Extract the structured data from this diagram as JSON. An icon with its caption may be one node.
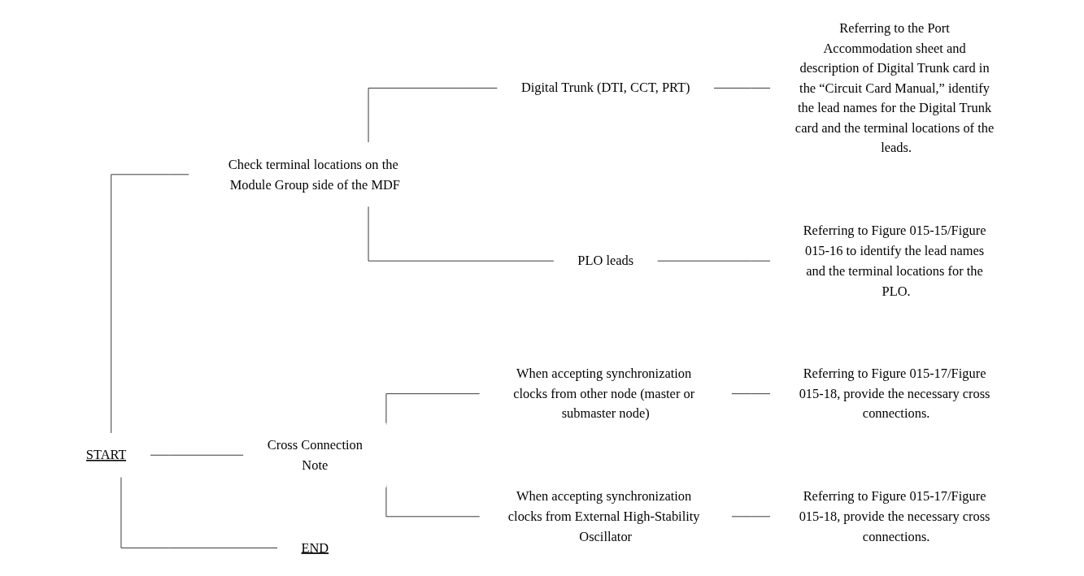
{
  "diagram": {
    "nodes": [
      {
        "text": [
          "START"
        ]
      },
      {
        "text": [
          "Check terminal locations on the Module Group side of the MDF"
        ]
      },
      {
        "text": [
          "Digital Trunk (DTI, CCT, PRT)"
        ]
      },
      {
        "text": [
          "Referring to the Port Accommodation sheet and description of Digital Trunk card in the “Circuit Card Manual,” identify the lead names for the Digital Trunk card and the terminal locations of the leads."
        ]
      },
      {
        "text": [
          "PLO leads"
        ]
      },
      {
        "text": [
          "Referring to Figure 015-15/Figure 015-16 to identify the lead names and the terminal locations for the PLO."
        ]
      },
      {
        "text": [
          "Cross Connection",
          "Note"
        ]
      },
      {
        "text": [
          "When accepting synchronization clocks from other node (master or submaster node)"
        ]
      },
      {
        "text": [
          "Referring to Figure 015-17/Figure 015-18, provide the necessary cross connections."
        ]
      },
      {
        "text": [
          "When accepting synchronization clocks from External High-Stability Oscillator"
        ]
      },
      {
        "text": [
          "Referring to Figure 015-17/Figure 015-18, provide the necessary cross connections."
        ]
      },
      {
        "text": [
          "END"
        ]
      }
    ],
    "edges": [
      {
        "from": 0,
        "to": 1,
        "arrow": "none"
      },
      {
        "from": 0,
        "to": 6,
        "arrow": "none"
      },
      {
        "from": 0,
        "to": 11,
        "arrow": "none"
      },
      {
        "from": 1,
        "to": 2,
        "arrow": "none"
      },
      {
        "from": 1,
        "to": 4,
        "arrow": "none"
      },
      {
        "from": 2,
        "to": 3,
        "arrow": "none"
      },
      {
        "from": 4,
        "to": 5,
        "arrow": "none"
      },
      {
        "from": 6,
        "to": 7,
        "arrow": "none"
      },
      {
        "from": 6,
        "to": 9,
        "arrow": "none"
      },
      {
        "from": 7,
        "to": 8,
        "arrow": "none"
      },
      {
        "from": 9,
        "to": 10,
        "arrow": "none"
      }
    ]
  }
}
